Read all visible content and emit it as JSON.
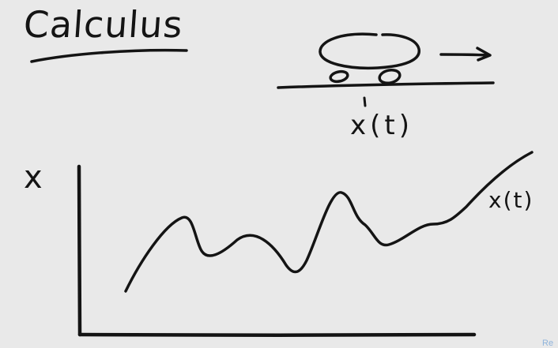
{
  "colors": {
    "background": "#e9e9e9",
    "ink": "#141414",
    "corner_text": "#8fb4dc"
  },
  "title": "Calculus",
  "car_label": "x(t)",
  "graph": {
    "y_axis_label": "x",
    "curve_label": "x(t)"
  },
  "corner_text": "Re"
}
